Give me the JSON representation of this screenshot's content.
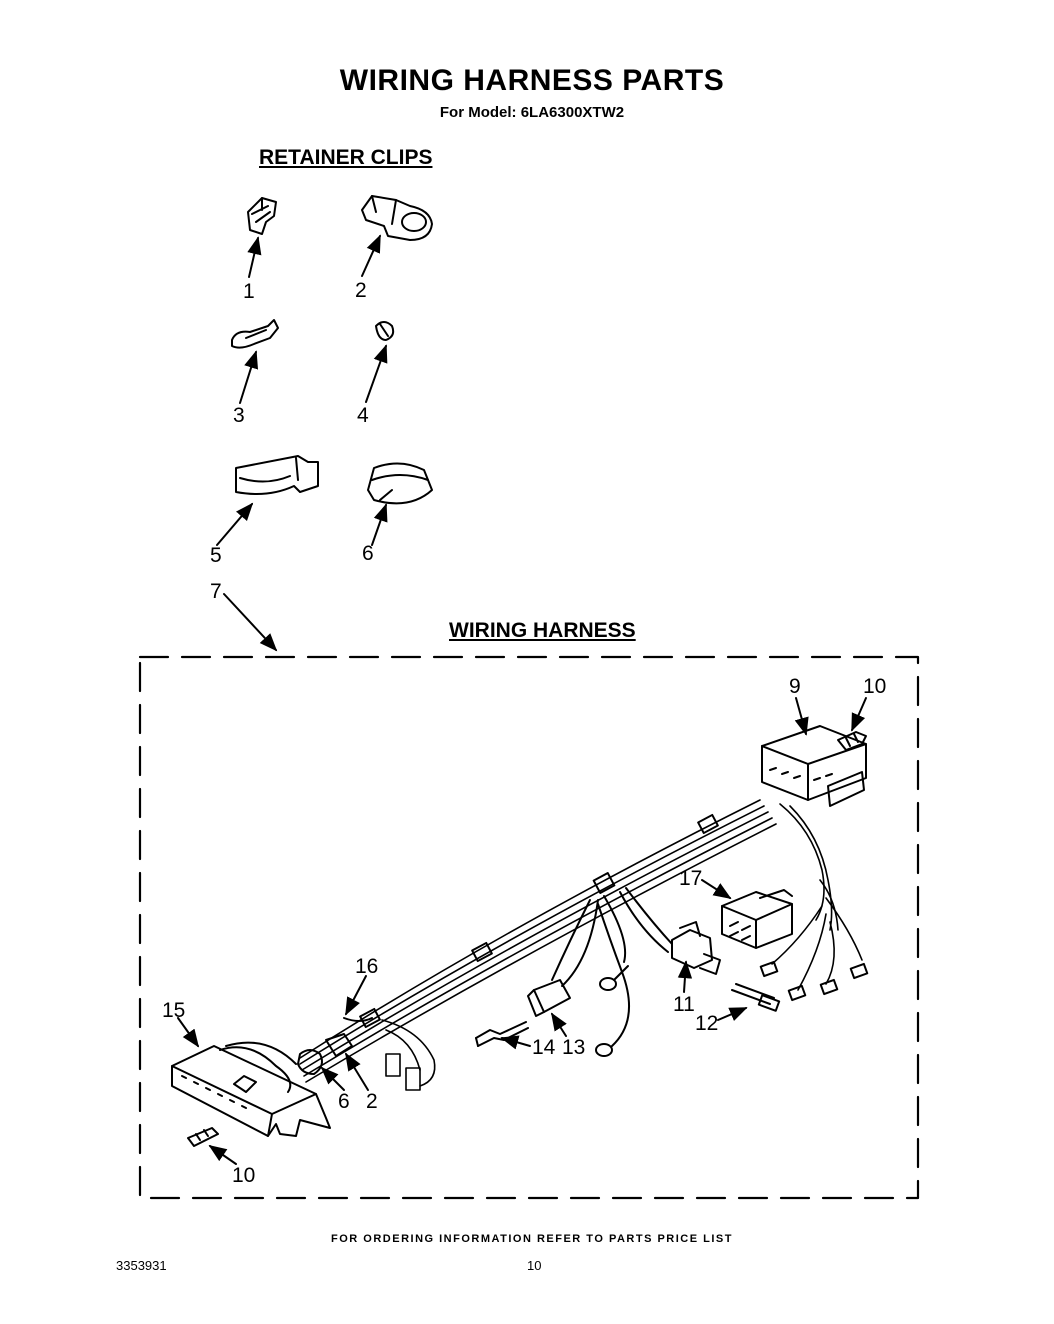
{
  "header": {
    "title": "WIRING HARNESS PARTS",
    "model_line": "For Model: 6LA6300XTW2"
  },
  "sections": {
    "retainer_clips": "RETAINER CLIPS",
    "wiring_harness": "WIRING HARNESS"
  },
  "callouts": {
    "clip_1": "1",
    "clip_2": "2",
    "clip_3": "3",
    "clip_4": "4",
    "clip_5": "5",
    "clip_6": "6",
    "harness_7": "7",
    "block_9": "9",
    "terminal_10_top": "10",
    "plug_11": "11",
    "terminal_12": "12",
    "component_13": "13",
    "terminal_14": "14",
    "block_15": "15",
    "tie_16": "16",
    "block_17": "17",
    "clip_6_harness": "6",
    "clip_2_harness": "2",
    "terminal_10_bottom": "10"
  },
  "footer": {
    "ordering_note": "FOR ORDERING INFORMATION REFER TO PARTS PRICE LIST",
    "doc_number": "3353931",
    "page_number": "10"
  }
}
